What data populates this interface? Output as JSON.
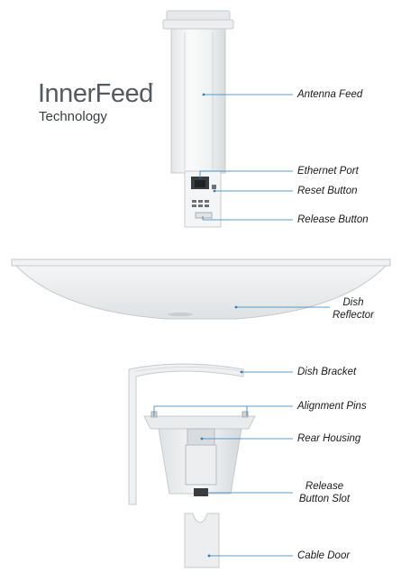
{
  "brand": {
    "name": "InnerFeed",
    "trademark": "™",
    "subtitle": "Technology"
  },
  "callouts": {
    "antenna_feed": "Antenna Feed",
    "ethernet_port": "Ethernet Port",
    "reset_button": "Reset Button",
    "release_button": "Release Button",
    "dish_reflector_line1": "Dish",
    "dish_reflector_line2": "Reflector",
    "dish_bracket": "Dish Bracket",
    "alignment_pins": "Alignment Pins",
    "rear_housing": "Rear Housing",
    "release_slot_line1": "Release",
    "release_slot_line2": "Button Slot",
    "cable_door": "Cable Door"
  },
  "colors": {
    "leader": "#2a7fbf",
    "part_fill": "#eef0f1",
    "part_stroke": "#c7cbce",
    "dark_part": "#3a3d40"
  }
}
